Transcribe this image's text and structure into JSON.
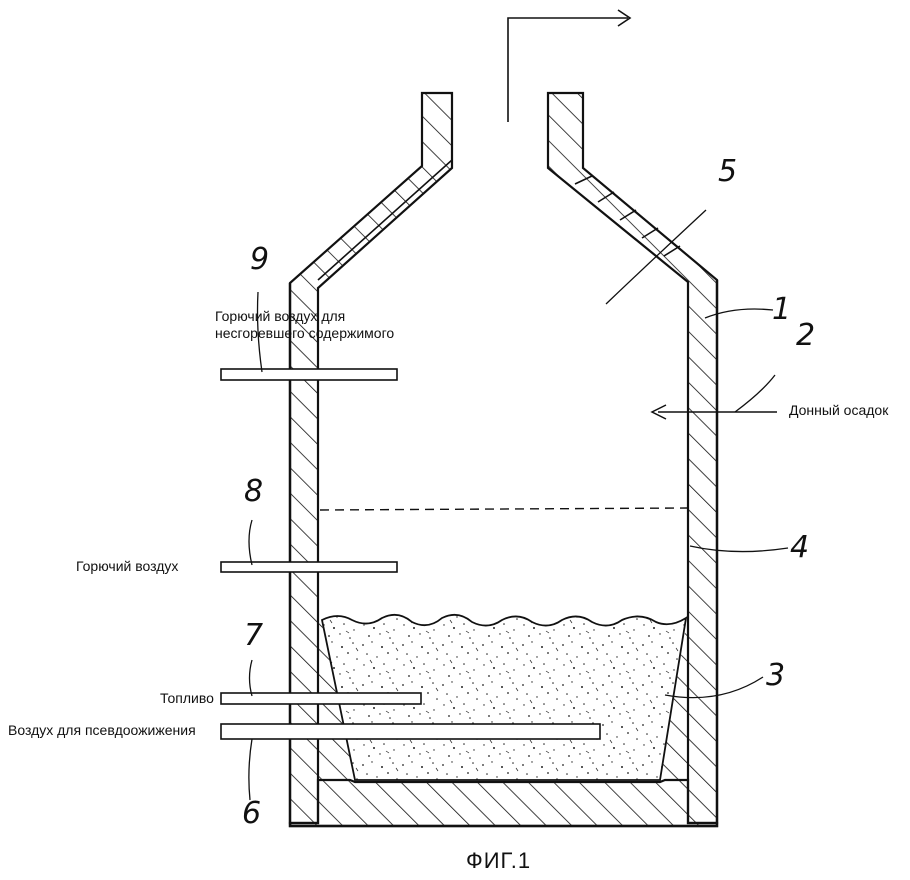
{
  "labels": {
    "combustible_air_unburned": "Горючий воздух для\nнесгоревшего содержимого",
    "bottom_sediment": "Донный осадок",
    "combustible_air": "Горючий воздух",
    "fuel": "Топливо",
    "fluidizing_air": "Воздух для псевдоожижения"
  },
  "numbers": {
    "n1": "1",
    "n2": "2",
    "n3": "3",
    "n4": "4",
    "n5": "5",
    "n6": "6",
    "n7": "7",
    "n8": "8",
    "n9": "9"
  },
  "caption": "ФИГ.1"
}
